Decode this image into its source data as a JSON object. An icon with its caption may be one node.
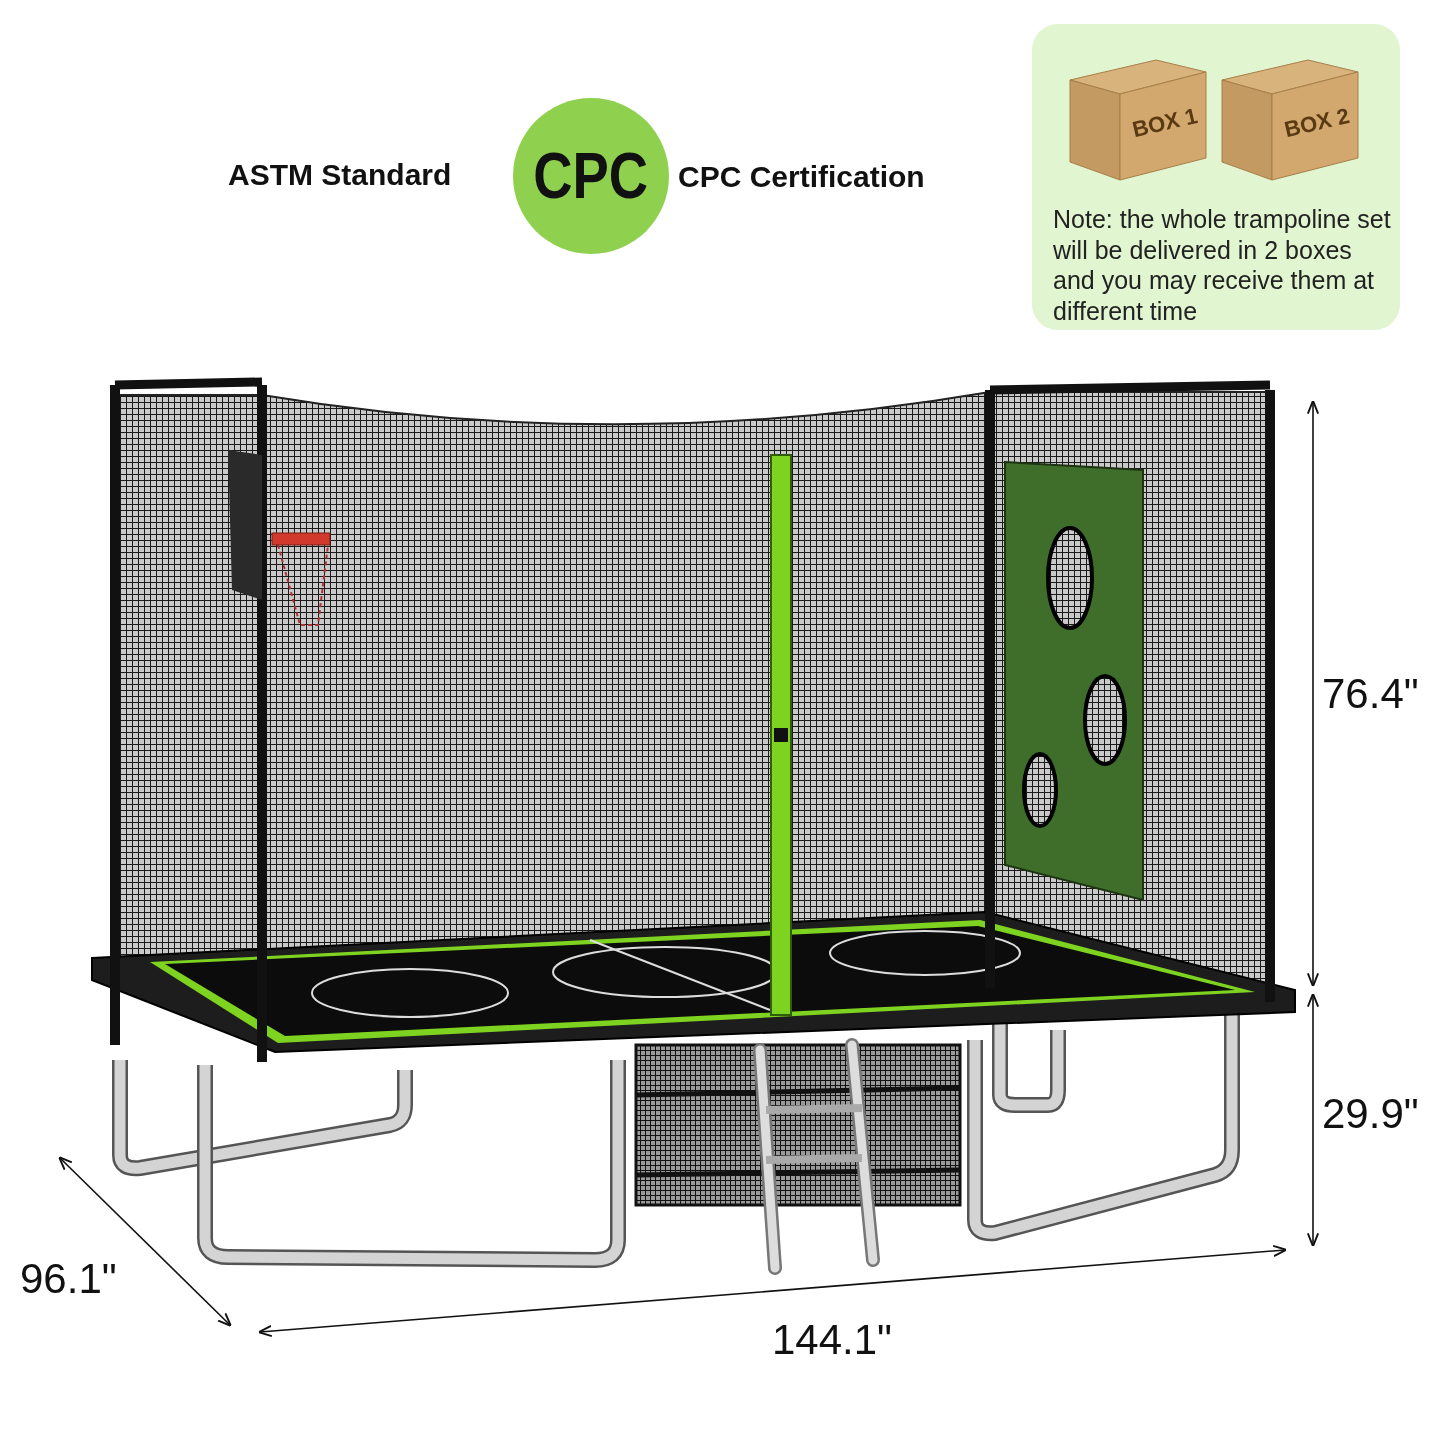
{
  "diagram": {
    "nodes": [
      {
        "text": [
          "CPC"
        ]
      },
      {
        "text": [
          "Note: the whole trampoline set will be delivered in 2 boxes and you may receive them at different time"
        ]
      },
      {
        "text": [
          "BOX 1"
        ],
        "in": 1
      },
      {
        "text": [
          "BOX 2"
        ],
        "in": 1
      }
    ],
    "labels": [
      "ASTM Standard",
      "CPC Certification",
      "76.4\"",
      "29.9\"",
      "96.1\"",
      "144.1\""
    ]
  }
}
